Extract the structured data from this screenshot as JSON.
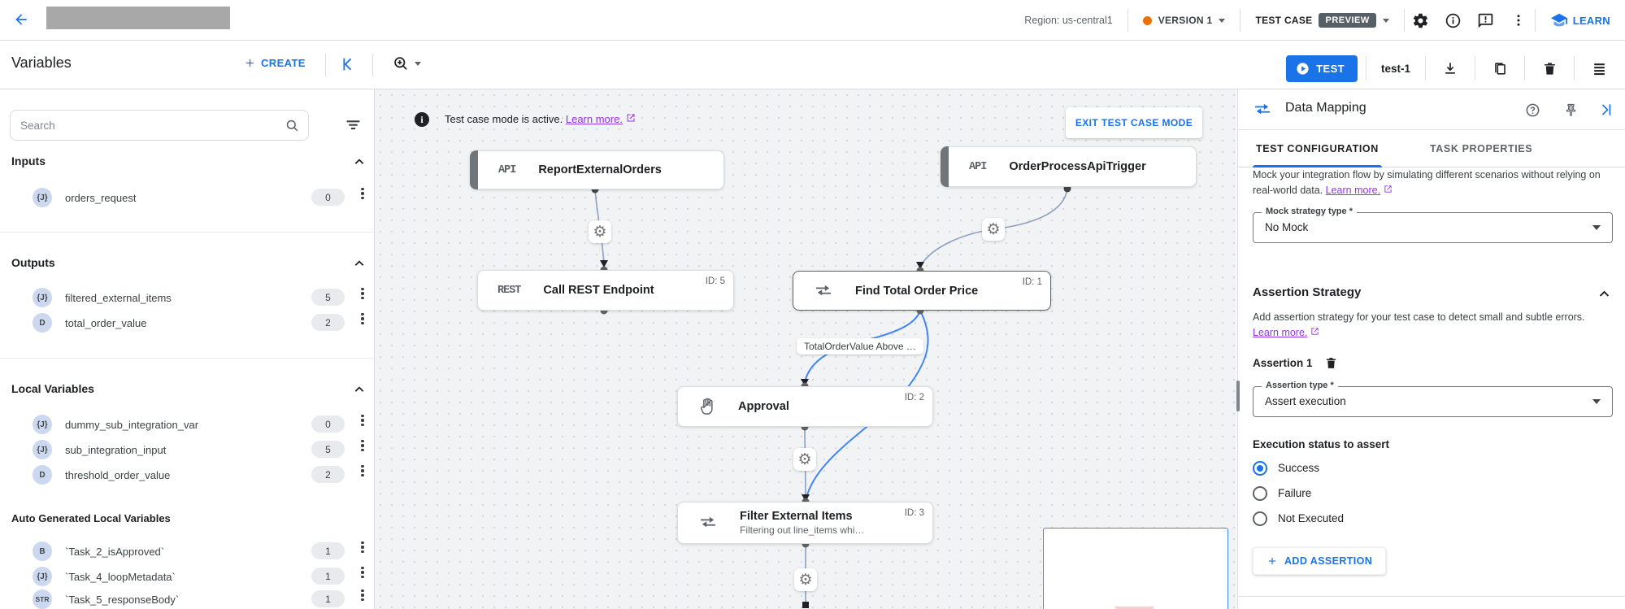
{
  "colors": {
    "primary_blue": "#1a73e8",
    "link_purple": "#9334e6",
    "version_orange": "#e8710a",
    "edge_blue": "#4285f4",
    "edge_gray": "#8c9fc0",
    "preview_badge_bg": "#576066"
  },
  "header": {
    "region_label": "Region: us-central1",
    "version_label": "VERSION 1",
    "test_case_label": "TEST CASE",
    "preview_badge": "PREVIEW",
    "learn_label": "LEARN"
  },
  "toolbar": {
    "title": "Variables",
    "create_label": "CREATE",
    "test_button": "TEST",
    "test_case_name": "test-1"
  },
  "sidebar": {
    "search_placeholder": "Search",
    "sections": [
      {
        "title": "Inputs",
        "items": [
          {
            "type": "{J}",
            "name": "orders_request",
            "count": "0"
          }
        ]
      },
      {
        "title": "Outputs",
        "items": [
          {
            "type": "{J}",
            "name": "filtered_external_items",
            "count": "5"
          },
          {
            "type": "D",
            "name": "total_order_value",
            "count": "2"
          }
        ]
      },
      {
        "title": "Local Variables",
        "items": [
          {
            "type": "{J}",
            "name": "dummy_sub_integration_var",
            "count": "0"
          },
          {
            "type": "{J}",
            "name": "sub_integration_input",
            "count": "5"
          },
          {
            "type": "D",
            "name": "threshold_order_value",
            "count": "2"
          }
        ]
      },
      {
        "title": "Auto Generated Local Variables",
        "items": [
          {
            "type": "B",
            "name": "`Task_2_isApproved`",
            "count": "1"
          },
          {
            "type": "{J}",
            "name": "`Task_4_loopMetadata`",
            "count": "1"
          },
          {
            "type": "STR",
            "name": "`Task_5_responseBody`",
            "count": "1"
          }
        ]
      }
    ]
  },
  "canvas": {
    "banner_text": "Test case mode is active.",
    "banner_link": "Learn more.",
    "exit_button": "EXIT TEST CASE MODE",
    "edge_label": "TotalOrderValue Above …",
    "nodes": [
      {
        "glyph": "API",
        "title": "ReportExternalOrders"
      },
      {
        "glyph": "API",
        "title": "OrderProcessApiTrigger"
      },
      {
        "glyph": "REST",
        "title": "Call REST Endpoint",
        "id_label": "ID: 5"
      },
      {
        "glyph": "mapping",
        "title": "Find Total Order Price",
        "id_label": "ID: 1"
      },
      {
        "glyph": "hand",
        "title": "Approval",
        "id_label": "ID: 2"
      },
      {
        "glyph": "mapping",
        "title": "Filter External Items",
        "subtitle": "Filtering out line_items whi…",
        "id_label": "ID: 3"
      }
    ]
  },
  "panel": {
    "title": "Data Mapping",
    "tabs": [
      {
        "label": "TEST CONFIGURATION"
      },
      {
        "label": "TASK PROPERTIES"
      }
    ],
    "mock_desc": "Mock your integration flow by simulating different scenarios without relying on real-world data.",
    "mock_link": "Learn more.",
    "mock_label": "Mock strategy type *",
    "mock_value": "No Mock",
    "assertion_title": "Assertion Strategy",
    "assertion_desc": "Add assertion strategy for your test case to detect small and subtle errors.",
    "assertion_link": "Learn more.",
    "assertion_item": "Assertion 1",
    "type_label": "Assertion type *",
    "type_value": "Assert execution",
    "status_label": "Execution status to assert",
    "radios": [
      {
        "label": "Success",
        "selected": true
      },
      {
        "label": "Failure",
        "selected": false
      },
      {
        "label": "Not Executed",
        "selected": false
      }
    ],
    "add_assertion": "ADD ASSERTION"
  }
}
